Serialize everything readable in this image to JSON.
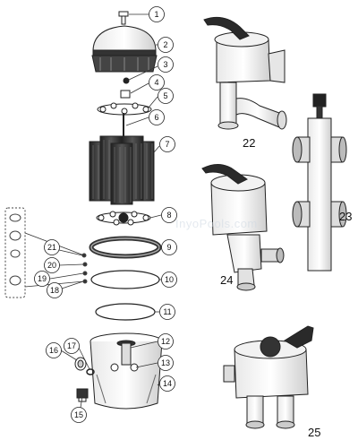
{
  "watermark": "InyoPools.com",
  "callouts": [
    "1",
    "2",
    "3",
    "4",
    "5",
    "6",
    "7",
    "8",
    "9",
    "10",
    "11",
    "12",
    "13",
    "14",
    "15",
    "16",
    "17",
    "18",
    "19",
    "20",
    "21"
  ],
  "valve_labels": [
    "22",
    "23",
    "24",
    "25"
  ]
}
